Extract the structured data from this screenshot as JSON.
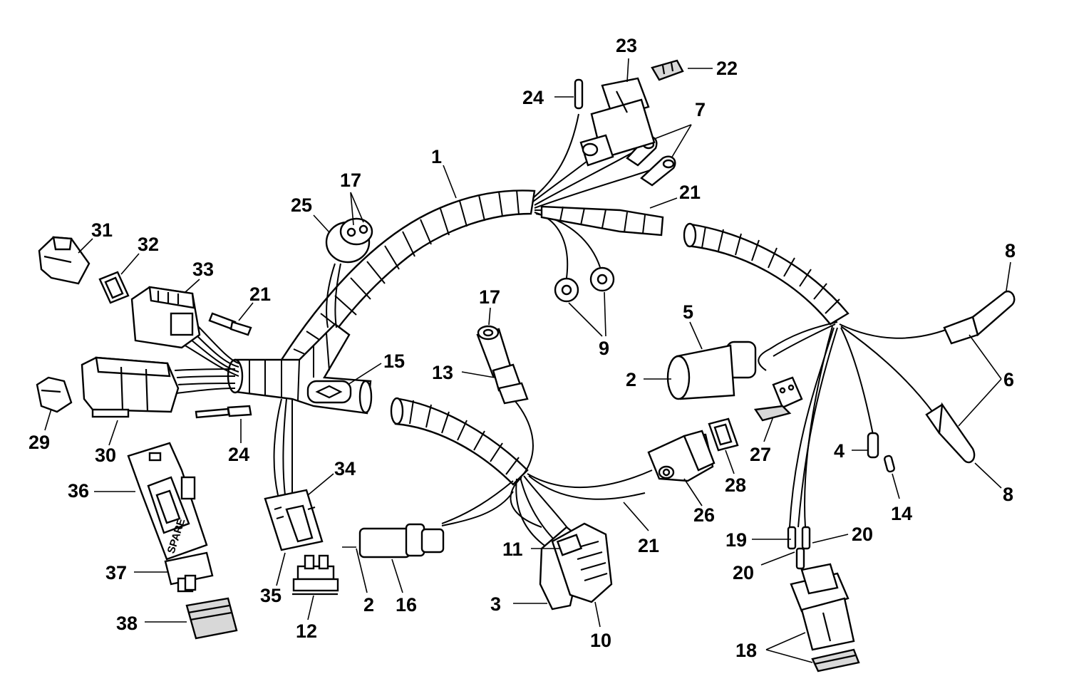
{
  "callouts": [
    {
      "id": "c1",
      "text": "1"
    },
    {
      "id": "c2a",
      "text": "2"
    },
    {
      "id": "c2b",
      "text": "2"
    },
    {
      "id": "c3",
      "text": "3"
    },
    {
      "id": "c4",
      "text": "4"
    },
    {
      "id": "c5",
      "text": "5"
    },
    {
      "id": "c6",
      "text": "6"
    },
    {
      "id": "c7",
      "text": "7"
    },
    {
      "id": "c8a",
      "text": "8"
    },
    {
      "id": "c8b",
      "text": "8"
    },
    {
      "id": "c9",
      "text": "9"
    },
    {
      "id": "c10",
      "text": "10"
    },
    {
      "id": "c11",
      "text": "11"
    },
    {
      "id": "c12",
      "text": "12"
    },
    {
      "id": "c13",
      "text": "13"
    },
    {
      "id": "c14",
      "text": "14"
    },
    {
      "id": "c15",
      "text": "15"
    },
    {
      "id": "c16",
      "text": "16"
    },
    {
      "id": "c17a",
      "text": "17"
    },
    {
      "id": "c17b",
      "text": "17"
    },
    {
      "id": "c18",
      "text": "18"
    },
    {
      "id": "c19",
      "text": "19"
    },
    {
      "id": "c20a",
      "text": "20"
    },
    {
      "id": "c20b",
      "text": "20"
    },
    {
      "id": "c21a",
      "text": "21"
    },
    {
      "id": "c21b",
      "text": "21"
    },
    {
      "id": "c21c",
      "text": "21"
    },
    {
      "id": "c22",
      "text": "22"
    },
    {
      "id": "c23",
      "text": "23"
    },
    {
      "id": "c24a",
      "text": "24"
    },
    {
      "id": "c24b",
      "text": "24"
    },
    {
      "id": "c25",
      "text": "25"
    },
    {
      "id": "c26",
      "text": "26"
    },
    {
      "id": "c27",
      "text": "27"
    },
    {
      "id": "c28",
      "text": "28"
    },
    {
      "id": "c29",
      "text": "29"
    },
    {
      "id": "c30",
      "text": "30"
    },
    {
      "id": "c31",
      "text": "31"
    },
    {
      "id": "c32",
      "text": "32"
    },
    {
      "id": "c33",
      "text": "33"
    },
    {
      "id": "c34",
      "text": "34"
    },
    {
      "id": "c35",
      "text": "35"
    },
    {
      "id": "c36",
      "text": "36"
    },
    {
      "id": "c37",
      "text": "37"
    },
    {
      "id": "c38",
      "text": "38"
    }
  ],
  "fuse_holder_label": "SPARE"
}
